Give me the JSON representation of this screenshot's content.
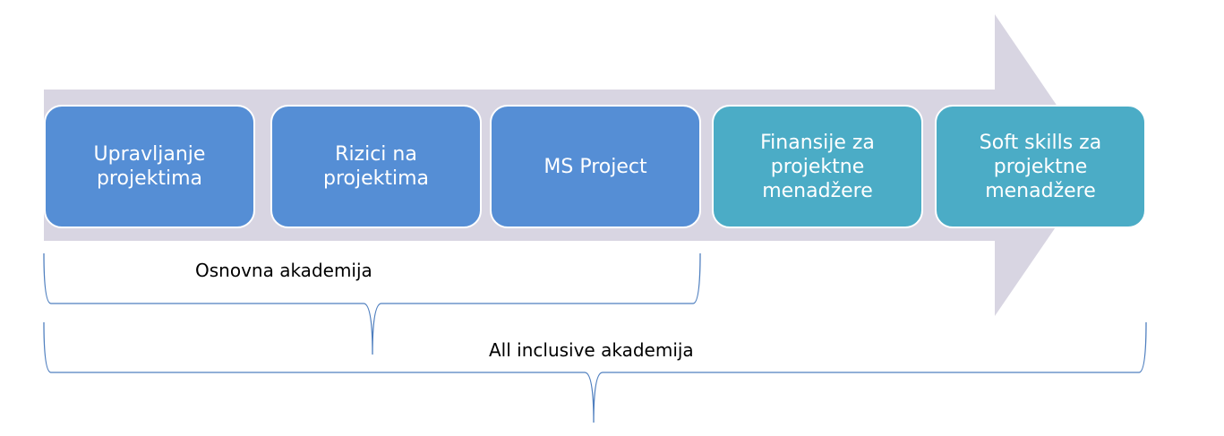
{
  "steps": [
    {
      "label": "Upravljanje\nprojektima",
      "color": "#558ED5"
    },
    {
      "label": "Rizici na\nprojektima",
      "color": "#558ED5"
    },
    {
      "label": "MS Project",
      "color": "#558ED5"
    },
    {
      "label": "Finansije za\nprojektne\nmenadžere",
      "color": "#4BACC6"
    },
    {
      "label": "Soft skills za\nprojektne\nmenadžere",
      "color": "#4BACC6"
    }
  ],
  "groups": {
    "basic": "Osnovna akademija",
    "all": "All inclusive akademija"
  },
  "colors": {
    "arrow": "#D8D5E2",
    "brace": "#4F7FBF"
  }
}
